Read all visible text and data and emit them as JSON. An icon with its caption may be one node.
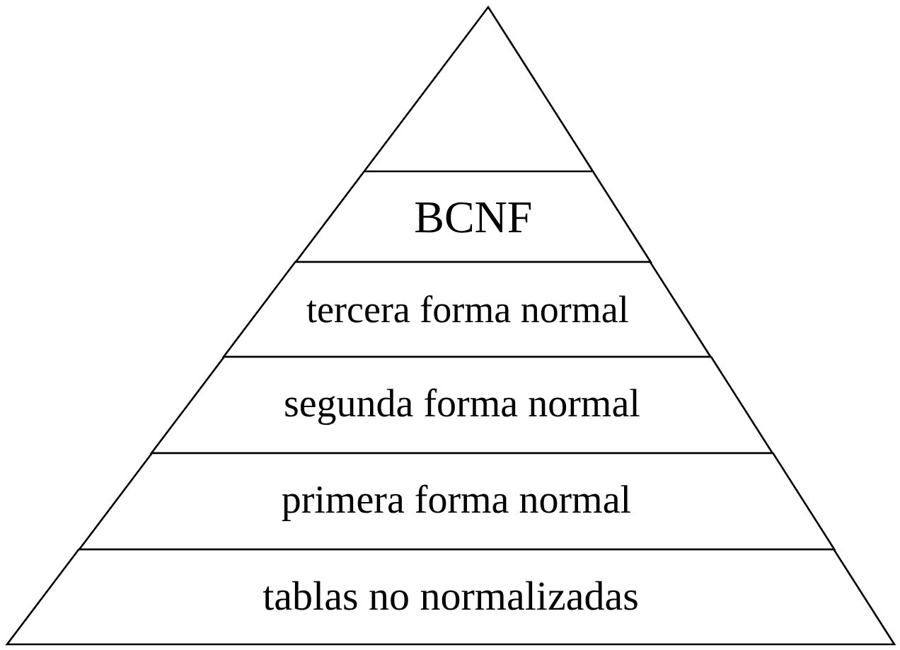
{
  "diagram": {
    "nodes": [
      {
        "text": [
          "BCNF"
        ]
      },
      {
        "text": [
          "tercera forma normal"
        ]
      },
      {
        "text": [
          "segunda forma normal"
        ]
      },
      {
        "text": [
          "primera forma normal"
        ]
      },
      {
        "text": [
          "tablas no normalizadas"
        ]
      }
    ]
  }
}
